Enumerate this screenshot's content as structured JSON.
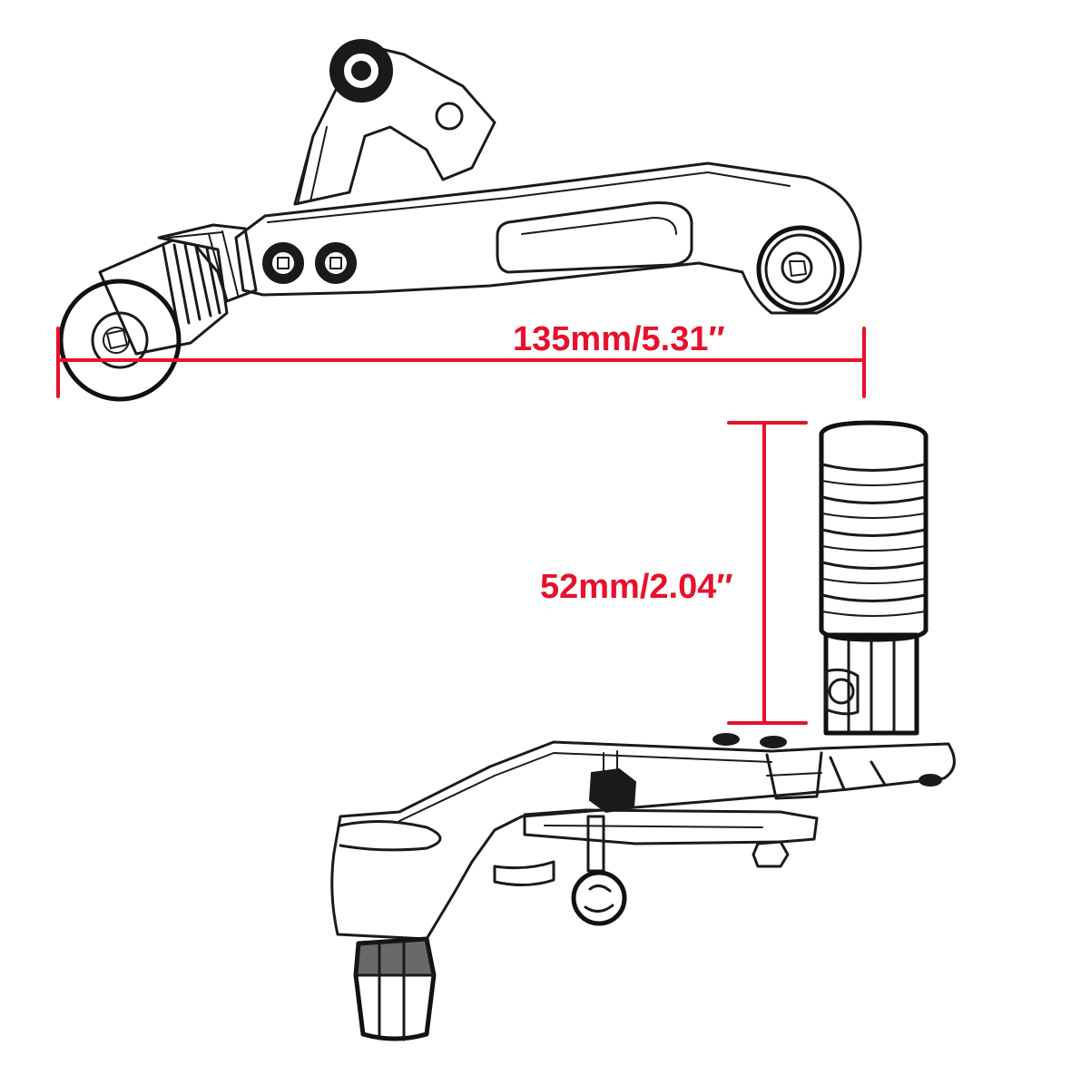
{
  "dimensions": {
    "length": {
      "label": "135mm/5.31″"
    },
    "height": {
      "label": "52mm/2.04″"
    }
  },
  "colors": {
    "dimension": "#e8112d",
    "ink": "#1a1a1a",
    "background": "#ffffff"
  },
  "parts": {
    "top": "shift-lever-side-view",
    "bottom": "shift-lever-peg-view"
  }
}
